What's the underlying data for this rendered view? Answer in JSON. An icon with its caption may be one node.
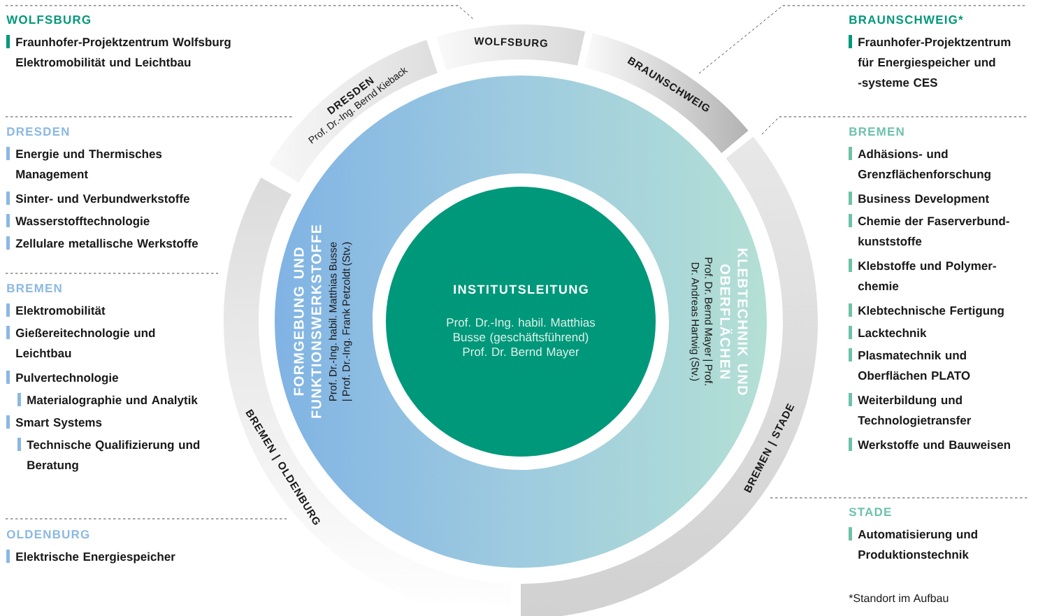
{
  "diagram": {
    "nodes": [
      {
        "text": [
          "INSTITUTSLEITUNG",
          "Prof. Dr.-Ing. habil. Matthias Busse (geschäftsführend)",
          "Prof. Dr. Bernd Mayer"
        ]
      },
      {
        "text": [
          "FORMGEBUNG UND FUNKTIONSWERKSTOFFE",
          "Prof. Dr.-Ing. habil. Matthias Busse | Prof. Dr.-Ing. Frank Petzoldt (Stv.)"
        ]
      },
      {
        "text": [
          "KLEBTECHNIK UND OBERFLÄCHEN",
          "Prof. Dr. Bernd Mayer | Prof. Dr. Andreas Hartwig (Stv.)"
        ]
      },
      {
        "text": [
          "DRESDEN",
          "Prof. Dr.-Ing. Bernd Kieback"
        ]
      },
      {
        "text": [
          "WOLFSBURG"
        ]
      },
      {
        "text": [
          "BRAUNSCHWEIG"
        ]
      },
      {
        "text": [
          "BREMEN | STADE"
        ]
      },
      {
        "text": [
          "BREMEN | OLDENBURG"
        ]
      }
    ],
    "labels": [
      "WOLFSBURG",
      "Fraunhofer-Projektzentrum Wolfsburg Elektromobilität und Leichtbau",
      "DRESDEN",
      "Energie und Thermisches Management",
      "Sinter- und Verbundwerkstoffe",
      "Wasserstofftechnologie",
      "Zellulare metallische Werkstoffe",
      "BREMEN",
      "Elektromobilität",
      "Gießereitechnologie und Leichtbau",
      "Pulvertechnologie",
      "Materialographie und Analytik",
      "Smart Systems",
      "Technische Qualifizierung und Beratung",
      "OLDENBURG",
      "Elektrische Energiespeicher",
      "BRAUNSCHWEIG*",
      "Fraunhofer-Projektzentrum für Energiespeicher und -systeme CES",
      "BREMEN",
      "Adhäsions- und Grenzflächenforschung",
      "Business Development",
      "Chemie der Faserverbund- kunststoffe",
      "Klebstoffe und Polymer- chemie",
      "Klebtechnische Fertigung",
      "Lacktechnik",
      "Plasmatechnik und Oberflächen PLATO",
      "Weiterbildung und Technologietransfer",
      "Werkstoffe und Bauweisen",
      "STADE",
      "Automatisierung und Produktionstechnik",
      "*Standort im Aufbau"
    ]
  }
}
